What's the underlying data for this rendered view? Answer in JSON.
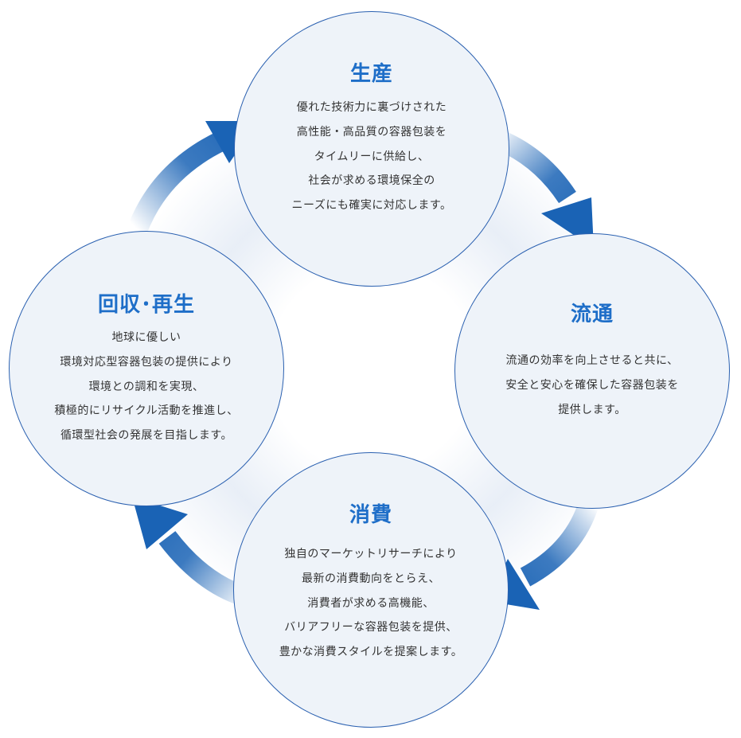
{
  "colors": {
    "title": "#1e6ec8",
    "body_text": "#333333",
    "circle_border": "#2a60b0",
    "circle_fill": "#eef3f9",
    "arrow": "#1a63b5"
  },
  "nodes": {
    "production": {
      "title": "生産",
      "body": "優れた技術力に裏づけされた\n高性能・高品質の容器包装を\nタイムリーに供給し、\n社会が求める環境保全の\nニーズにも確実に対応します。"
    },
    "distribution": {
      "title": "流通",
      "body": "流通の効率を向上させると共に、\n安全と安心を確保した容器包装を\n提供します。"
    },
    "consumption": {
      "title": "消費",
      "body": "独自のマーケットリサーチにより\n最新の消費動向をとらえ、\n消費者が求める高機能、\nバリアフリーな容器包装を提供、\n豊かな消費スタイルを提案します。"
    },
    "recycling": {
      "title": "回収･再生",
      "body": "地球に優しい\n環境対応型容器包装の提供により\n環境との調和を実現、\n積極的にリサイクル活動を推進し、\n循環型社会の発展を目指します。"
    }
  }
}
